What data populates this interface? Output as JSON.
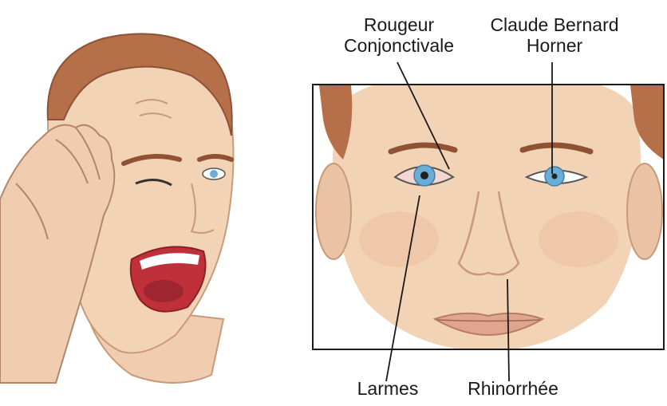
{
  "labels": {
    "redness": {
      "line1": "Rougeur",
      "line2": "Conjonctivale"
    },
    "horner": {
      "line1": "Claude Bernard",
      "line2": "Horner"
    },
    "tears": "Larmes",
    "rhinorrhea": "Rhinorrhée"
  },
  "colors": {
    "skin": "#f3d3b5",
    "skin_shadow": "#e2b08f",
    "hair": "#b5704a",
    "iris": "#6aaed6",
    "mouth": "#c0303a",
    "line": "#1a1a1a"
  }
}
